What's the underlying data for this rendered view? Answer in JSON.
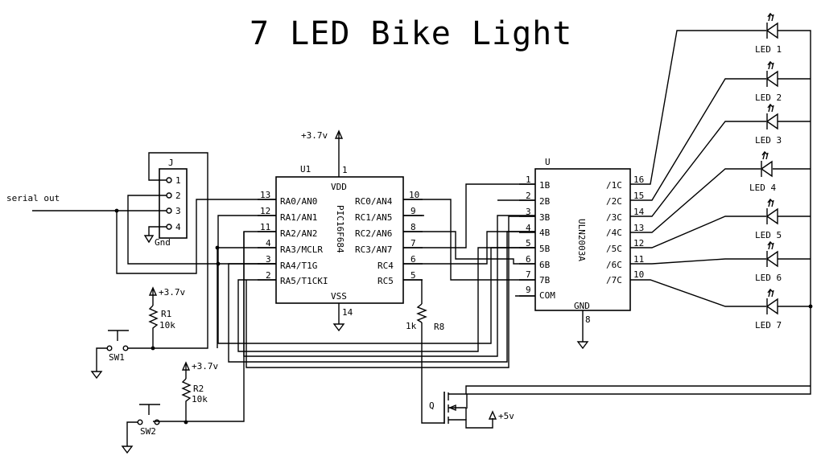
{
  "title": "7 LED Bike Light",
  "connector": {
    "ref": "J",
    "pins": [
      "1",
      "2",
      "3",
      "4"
    ],
    "gnd_label": "Gnd",
    "serial_label": "serial out"
  },
  "pic": {
    "ref": "U1",
    "part": "PIC16F684",
    "vdd_label": "VDD",
    "vss_label": "VSS",
    "vdd_pin": "1",
    "vss_pin": "14",
    "supply": "+3.7v",
    "left_pins": [
      {
        "num": "13",
        "name": "RA0/AN0"
      },
      {
        "num": "12",
        "name": "RA1/AN1"
      },
      {
        "num": "11",
        "name": "RA2/AN2"
      },
      {
        "num": "4",
        "name": "RA3/MCLR"
      },
      {
        "num": "3",
        "name": "RA4/T1G"
      },
      {
        "num": "2",
        "name": "RA5/T1CKI"
      }
    ],
    "right_pins": [
      {
        "num": "10",
        "name": "RC0/AN4"
      },
      {
        "num": "9",
        "name": "RC1/AN5"
      },
      {
        "num": "8",
        "name": "RC2/AN6"
      },
      {
        "num": "7",
        "name": "RC3/AN7"
      },
      {
        "num": "6",
        "name": "RC4"
      },
      {
        "num": "5",
        "name": "RC5"
      }
    ]
  },
  "uln": {
    "ref": "U",
    "part": "ULN2003A",
    "gnd_label": "GND",
    "gnd_pin": "8",
    "left_pins": [
      {
        "num": "1",
        "name": "1B"
      },
      {
        "num": "2",
        "name": "2B"
      },
      {
        "num": "3",
        "name": "3B"
      },
      {
        "num": "4",
        "name": "4B"
      },
      {
        "num": "5",
        "name": "5B"
      },
      {
        "num": "6",
        "name": "6B"
      },
      {
        "num": "7",
        "name": "7B"
      },
      {
        "num": "9",
        "name": "COM"
      }
    ],
    "right_pins": [
      {
        "num": "16",
        "name": "/1C"
      },
      {
        "num": "15",
        "name": "/2C"
      },
      {
        "num": "14",
        "name": "/3C"
      },
      {
        "num": "13",
        "name": "/4C"
      },
      {
        "num": "12",
        "name": "/5C"
      },
      {
        "num": "11",
        "name": "/6C"
      },
      {
        "num": "10",
        "name": "/7C"
      }
    ]
  },
  "leds": [
    "LED 1",
    "LED 2",
    "LED 3",
    "LED 4",
    "LED 5",
    "LED 6",
    "LED 7"
  ],
  "r1": {
    "ref": "R1",
    "value": "10k",
    "supply": "+3.7v"
  },
  "r2": {
    "ref": "R2",
    "value": "10k",
    "supply": "+3.7v"
  },
  "r8": {
    "ref": "R8",
    "value": "1k"
  },
  "sw1": {
    "ref": "SW1"
  },
  "sw2": {
    "ref": "SW2"
  },
  "mosfet": {
    "ref": "Q",
    "supply": "+5v"
  }
}
